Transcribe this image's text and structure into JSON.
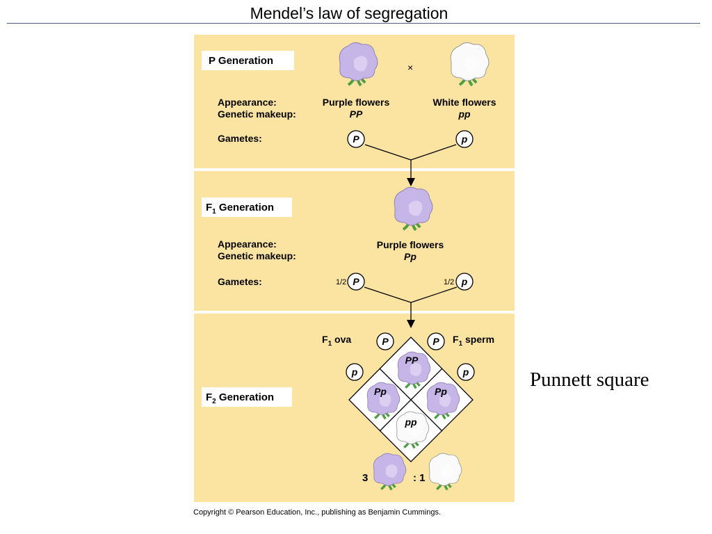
{
  "title": "Mendel’s law of segregation",
  "side_label": "Punnett square",
  "copyright": "Copyright © Pearson Education, Inc., publishing as Benjamin Cummings.",
  "colors": {
    "panel": "#fbe3a2",
    "purple_flower": "#c6b6e8",
    "white_flower": "#fafafa",
    "stem": "#5aa84a"
  },
  "p_generation": {
    "label": "P Generation",
    "cross_symbol": "×",
    "appearance_label": "Appearance:",
    "genetic_label": "Genetic makeup:",
    "gametes_label": "Gametes:",
    "parent1": {
      "appearance": "Purple flowers",
      "genotype": "PP",
      "gamete": "P",
      "icon": "purple-flower-icon"
    },
    "parent2": {
      "appearance": "White flowers",
      "genotype": "pp",
      "gamete": "p",
      "icon": "white-flower-icon"
    }
  },
  "f1_generation": {
    "label_main": "F",
    "label_sub": "1",
    "label_rest": " Generation",
    "appearance_label": "Appearance:",
    "genetic_label": "Genetic makeup:",
    "gametes_label": "Gametes:",
    "appearance": "Purple flowers",
    "genotype": "Pp",
    "gamete_fraction": "1/2",
    "gamete1": "P",
    "gamete2": "p"
  },
  "f2_generation": {
    "label_main": "F",
    "label_sub": "2",
    "label_rest": " Generation",
    "ova_main": "F",
    "ova_sub": "1",
    "ova_rest": " ova",
    "sperm_main": "F",
    "sperm_sub": "1",
    "sperm_rest": " sperm",
    "ova_alleles": [
      "P",
      "p"
    ],
    "sperm_alleles": [
      "P",
      "p"
    ],
    "cells": [
      "PP",
      "Pp",
      "Pp",
      "pp"
    ],
    "ratio_purple": "3",
    "ratio_white": ": 1"
  }
}
